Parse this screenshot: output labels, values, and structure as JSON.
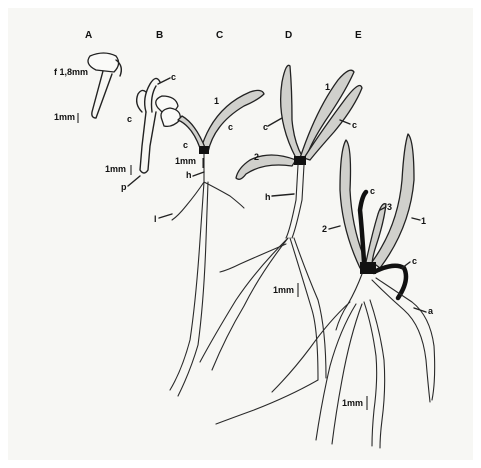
{
  "stages": [
    "A",
    "B",
    "C",
    "D",
    "E"
  ],
  "labels": {
    "seed_size": "f 1,8mm",
    "scale_1mm": "1mm",
    "c": "c",
    "p": "p",
    "h": "h",
    "l": "l",
    "a": "a",
    "leaf_1": "1",
    "leaf_2": "2",
    "leaf_3": "3"
  }
}
